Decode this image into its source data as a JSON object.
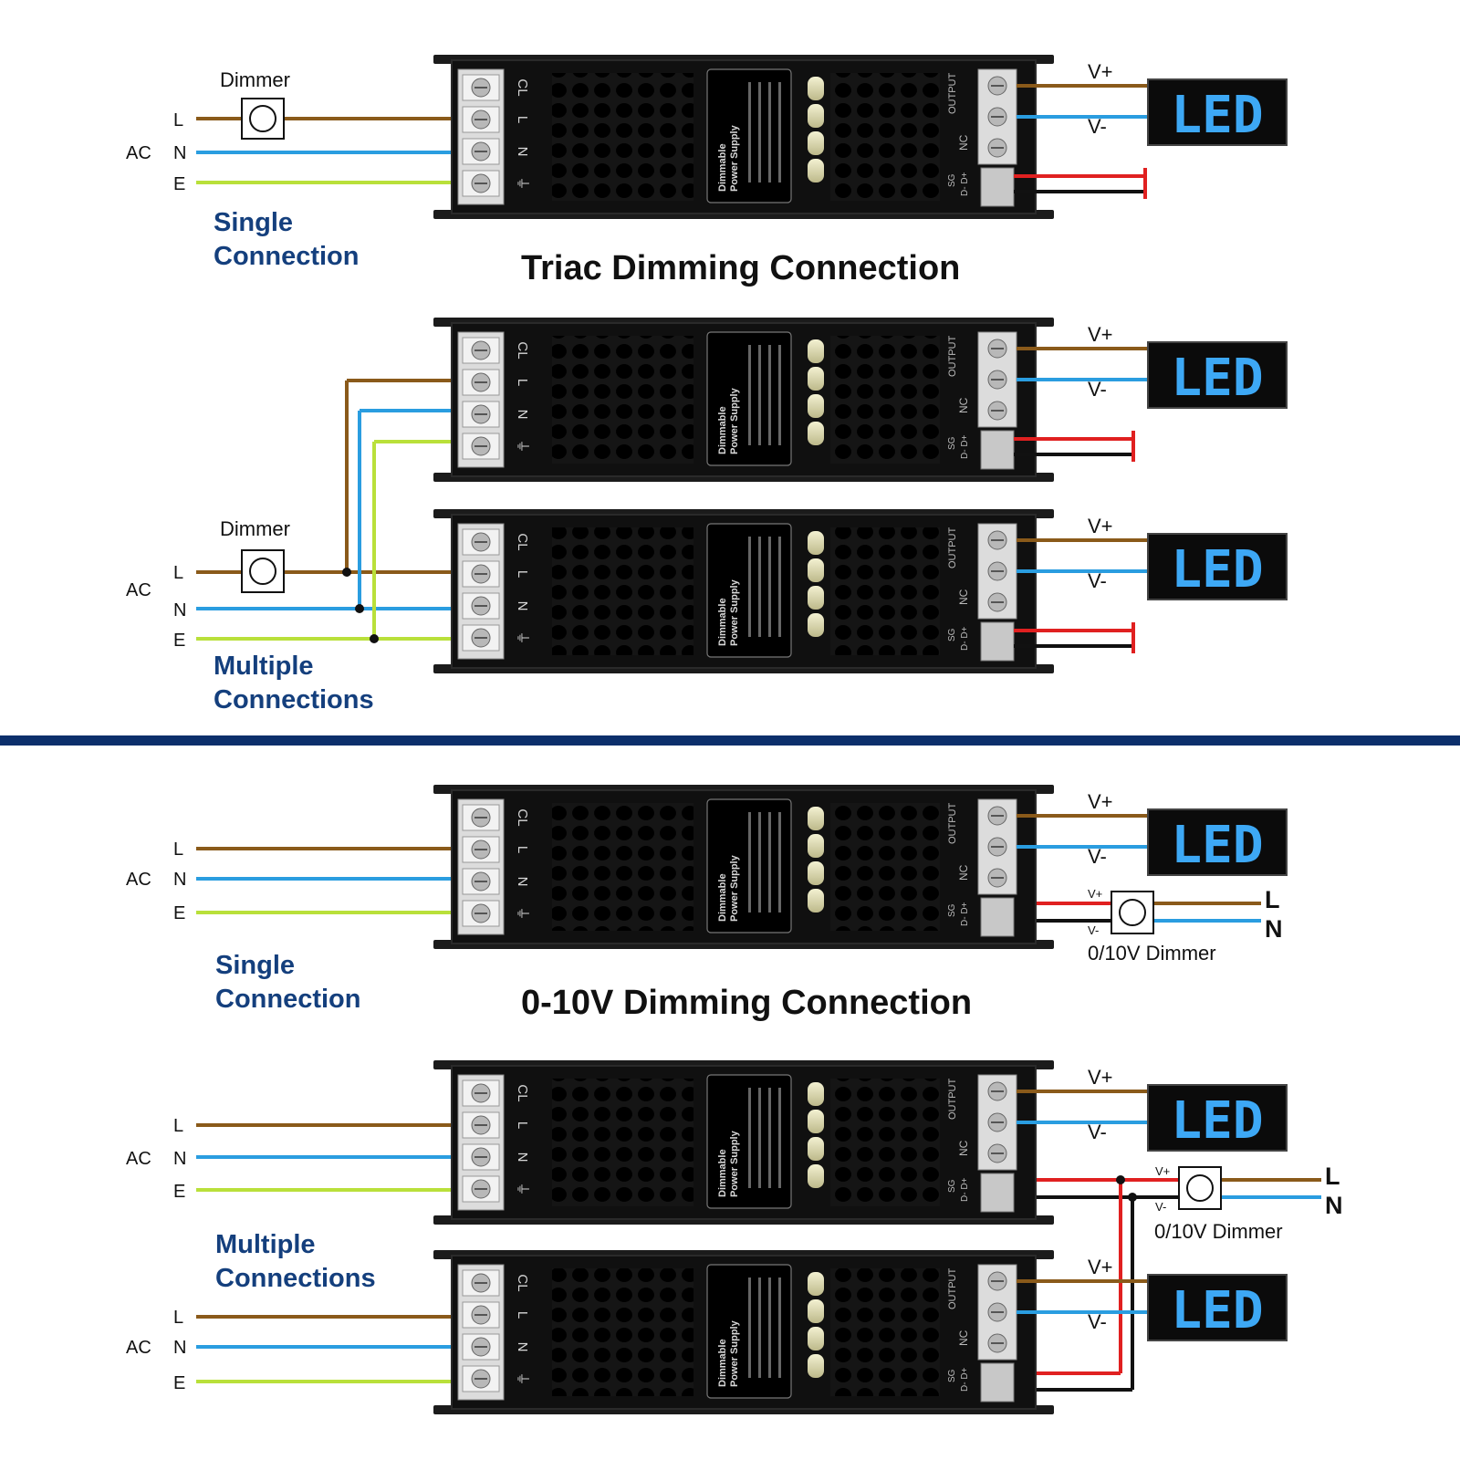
{
  "triac": {
    "title": "Triac Dimming Connection",
    "single_caption_line1": "Single",
    "single_caption_line2": "Connection",
    "multi_caption_line1": "Multiple",
    "multi_caption_line2": "Connections",
    "dimmer_label": "Dimmer"
  },
  "zero_ten": {
    "title": "0-10V Dimming Connection",
    "single_caption_line1": "Single",
    "single_caption_line2": "Connection",
    "multi_caption_line1": "Multiple",
    "multi_caption_line2": "Connections",
    "dimmer_label": "0/10V Dimmer",
    "dimmer_vplus": "V+",
    "dimmer_vminus": "V-",
    "mains_l": "L",
    "mains_n": "N"
  },
  "labels": {
    "ac": "AC",
    "l": "L",
    "n": "N",
    "e": "E",
    "v_plus": "V+",
    "v_minus": "V-",
    "led": "LED"
  },
  "psu": {
    "terminals_in": [
      "CL",
      "L",
      "N",
      "⏚"
    ],
    "brand_line1": "Dimmable",
    "brand_line2": "Power Supply",
    "output_label": "OUTPUT",
    "nc_label": "NC",
    "sg_label": "SG",
    "d_label": "D- D+"
  },
  "colors": {
    "live": "#8a5a1a",
    "neutral": "#2a9de0",
    "earth": "#b9e03a",
    "signal_pos": "#e02020",
    "signal_neg": "#111111",
    "divider": "#0c2f6b",
    "caption": "#143f7d"
  }
}
